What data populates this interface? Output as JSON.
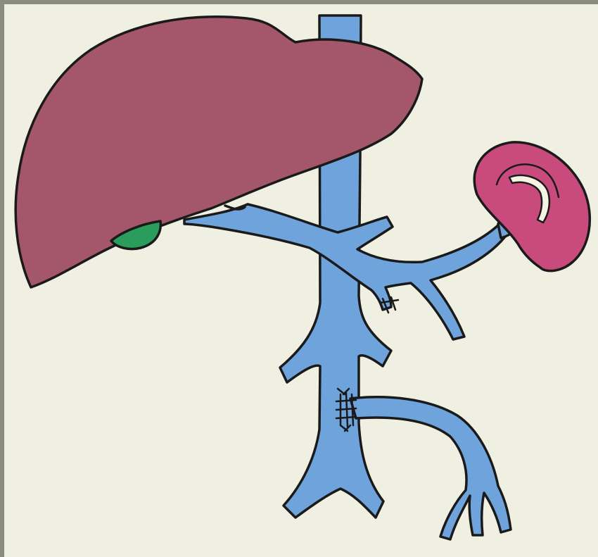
{
  "illustration": {
    "colors": {
      "frame": "#8a8c80",
      "background": "#efefe2",
      "outline": "#1a1a1a",
      "liver": "#a4566b",
      "gallbladder": "#2a9d5c",
      "spleen": "#c94a7c",
      "spleen_hilum": "#f6f2e4",
      "vessel": "#6fa3dc"
    },
    "structures": [
      "liver",
      "gallbladder",
      "spleen",
      "vena-cava",
      "portal-vein",
      "splenic-vein",
      "iliac-veins",
      "anastomosis-sutures"
    ],
    "text_labels": []
  }
}
